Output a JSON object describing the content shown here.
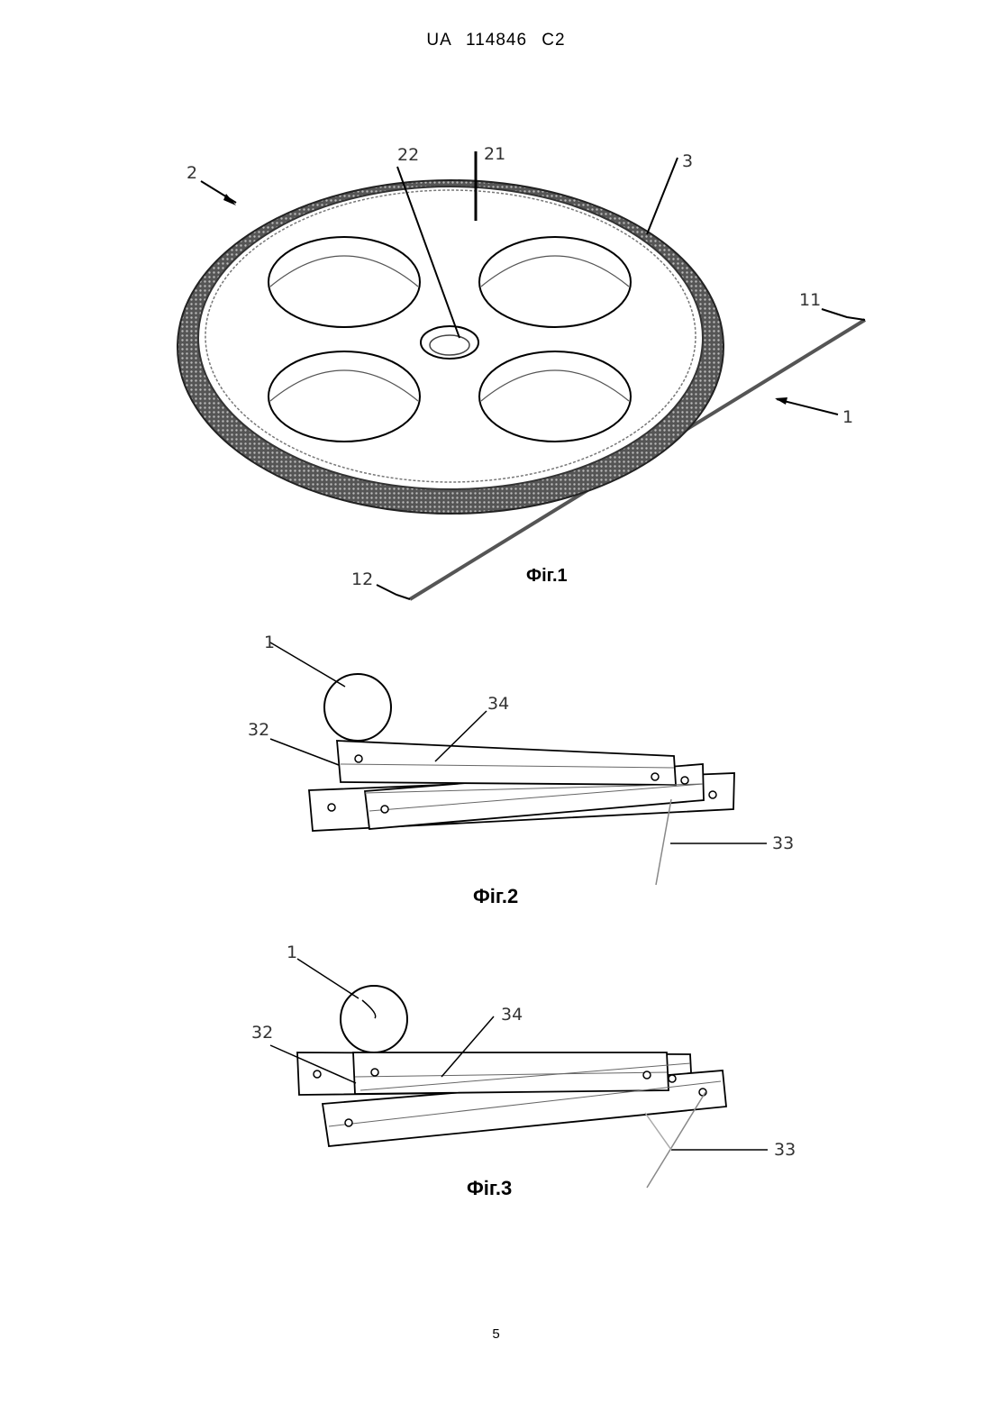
{
  "header": {
    "doc_id": "UA   114846   C2"
  },
  "figures": {
    "fig1": {
      "caption": "Фіг.1",
      "refs": {
        "r2": "2",
        "r22": "22",
        "r21": "21",
        "r3": "3",
        "r11": "11",
        "r1": "1",
        "r12": "12"
      }
    },
    "fig2": {
      "caption": "Фіг.2",
      "refs": {
        "r1": "1",
        "r34": "34",
        "r32": "32",
        "r33": "33"
      }
    },
    "fig3": {
      "caption": "Фіг.3",
      "refs": {
        "r1": "1",
        "r34": "34",
        "r32": "32",
        "r33": "33"
      }
    }
  },
  "footer": {
    "page_number": "5"
  }
}
